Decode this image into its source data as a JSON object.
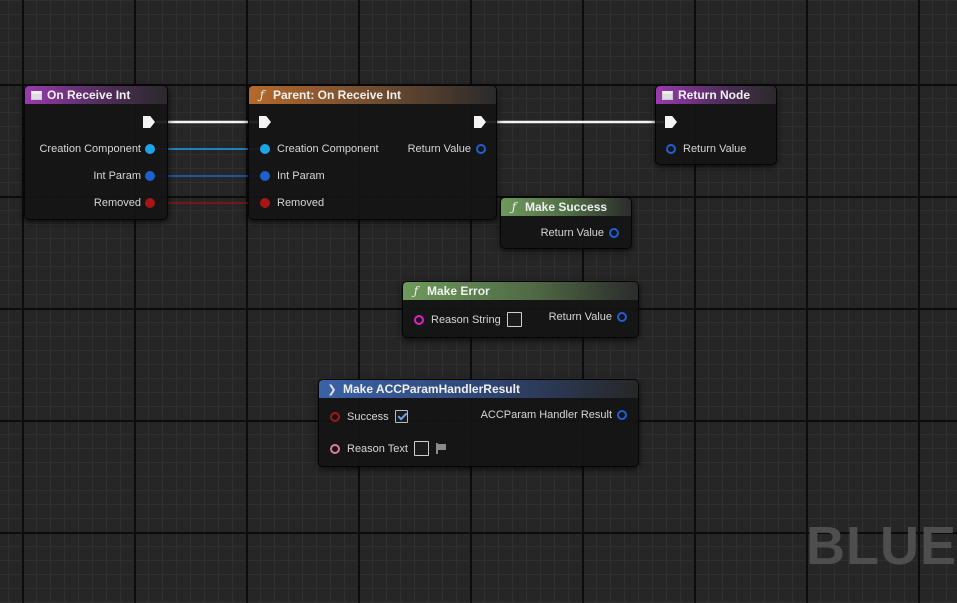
{
  "nodes": {
    "on_receive_int": {
      "title": "On Receive Int",
      "pins": {
        "creation_component": "Creation Component",
        "int_param": "Int Param",
        "removed": "Removed"
      }
    },
    "parent_on_receive_int": {
      "title": "Parent: On Receive Int",
      "pins": {
        "creation_component": "Creation Component",
        "int_param": "Int Param",
        "removed": "Removed",
        "return_value": "Return Value"
      }
    },
    "return_node": {
      "title": "Return Node",
      "pins": {
        "return_value": "Return Value"
      }
    },
    "make_success": {
      "title": "Make Success",
      "pins": {
        "return_value": "Return Value"
      }
    },
    "make_error": {
      "title": "Make Error",
      "pins": {
        "reason_string": "Reason String",
        "return_value": "Return Value"
      }
    },
    "make_acc_result": {
      "title": "Make ACCParamHandlerResult",
      "pins": {
        "success": "Success",
        "reason_text": "Reason Text",
        "result": "ACCParam Handler Result"
      },
      "success_checked": true
    }
  },
  "watermark": "BLUE",
  "colors": {
    "object_pin": "#1fa3e8",
    "int_pin": "#1e60d0",
    "bool_pin": "#a51616",
    "struct_pin": "#1f5fd6",
    "string_pin": "#e020c0",
    "text_pin": "#e07a9a",
    "exec": "#f4f4f4"
  },
  "icons": {
    "event_node": "event-box-icon",
    "function_node": "function-f-icon",
    "make_struct": "make-struct-icon",
    "localization": "flag-icon"
  }
}
